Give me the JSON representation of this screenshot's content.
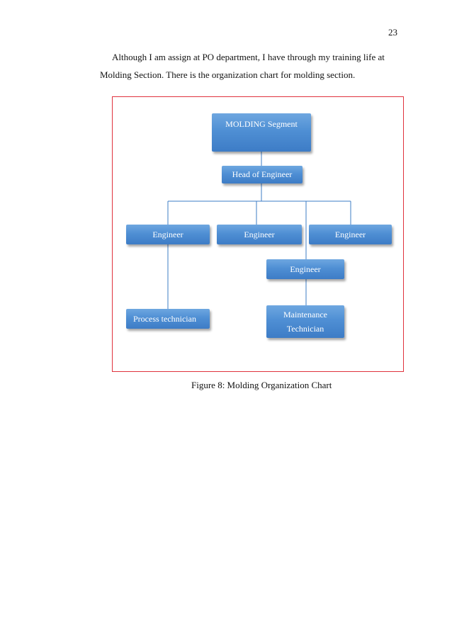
{
  "page_number": "23",
  "paragraph": {
    "line1": "Although I am assign at PO department, I have through my training life at",
    "line2": "Molding Section. There is the organization chart for molding section."
  },
  "org_chart": {
    "root": "MOLDING Segment",
    "head": "Head of Engineer",
    "engineer_left": "Engineer",
    "engineer_middle": "Engineer",
    "engineer_right": "Engineer",
    "engineer_sub": "Engineer",
    "process_technician": "Process technician",
    "maintenance_technician_line1": "Maintenance",
    "maintenance_technician_line2": "Technician"
  },
  "caption": "Figure 8: Molding Organization Chart",
  "colors": {
    "node_fill": "#4f8fd4",
    "connector": "#3d7cc6",
    "frame_border": "#e0323d"
  }
}
